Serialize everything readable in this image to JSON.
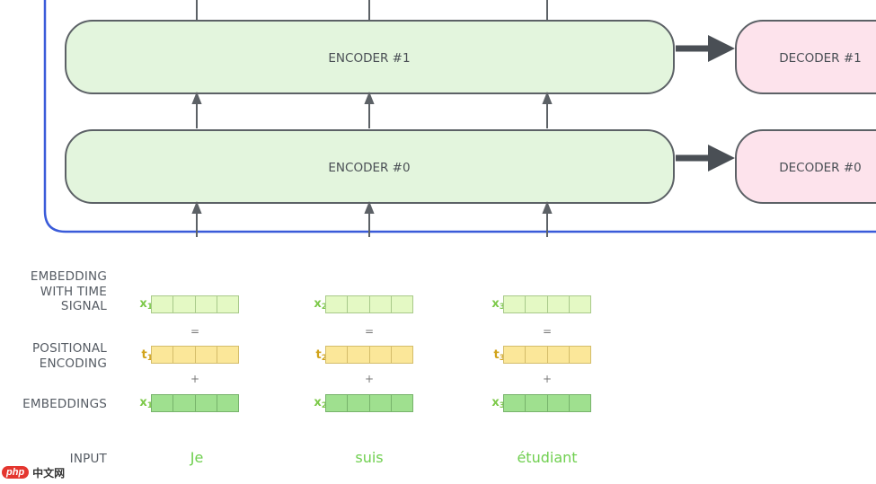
{
  "encoders": [
    {
      "label": "ENCODER #1"
    },
    {
      "label": "ENCODER #0"
    }
  ],
  "decoders": [
    {
      "label": "DECODER #1"
    },
    {
      "label": "DECODER #0"
    }
  ],
  "row_labels": {
    "embedding_with_time_signal": "EMBEDDING\nWITH TIME\nSIGNAL",
    "positional_encoding": "POSITIONAL\nENCODING",
    "embeddings": "EMBEDDINGS",
    "input": "INPUT"
  },
  "operators": {
    "equals": "=",
    "plus": "+"
  },
  "tokens": [
    {
      "word": "Je",
      "x_label": "x",
      "t_label": "t",
      "index": "1"
    },
    {
      "word": "suis",
      "x_label": "x",
      "t_label": "t",
      "index": "2"
    },
    {
      "word": "étudiant",
      "x_label": "x",
      "t_label": "t",
      "index": "3"
    }
  ],
  "colors": {
    "encoder_fill": "#e3f5dd",
    "decoder_fill": "#fde3ec",
    "box_stroke": "#5c6166",
    "frame": "#3a5bd9",
    "x_label": "#7dc94a",
    "t_label": "#d1a31b",
    "input_word": "#6fcf4f"
  },
  "watermark": {
    "badge": "php",
    "site": "中文网"
  }
}
